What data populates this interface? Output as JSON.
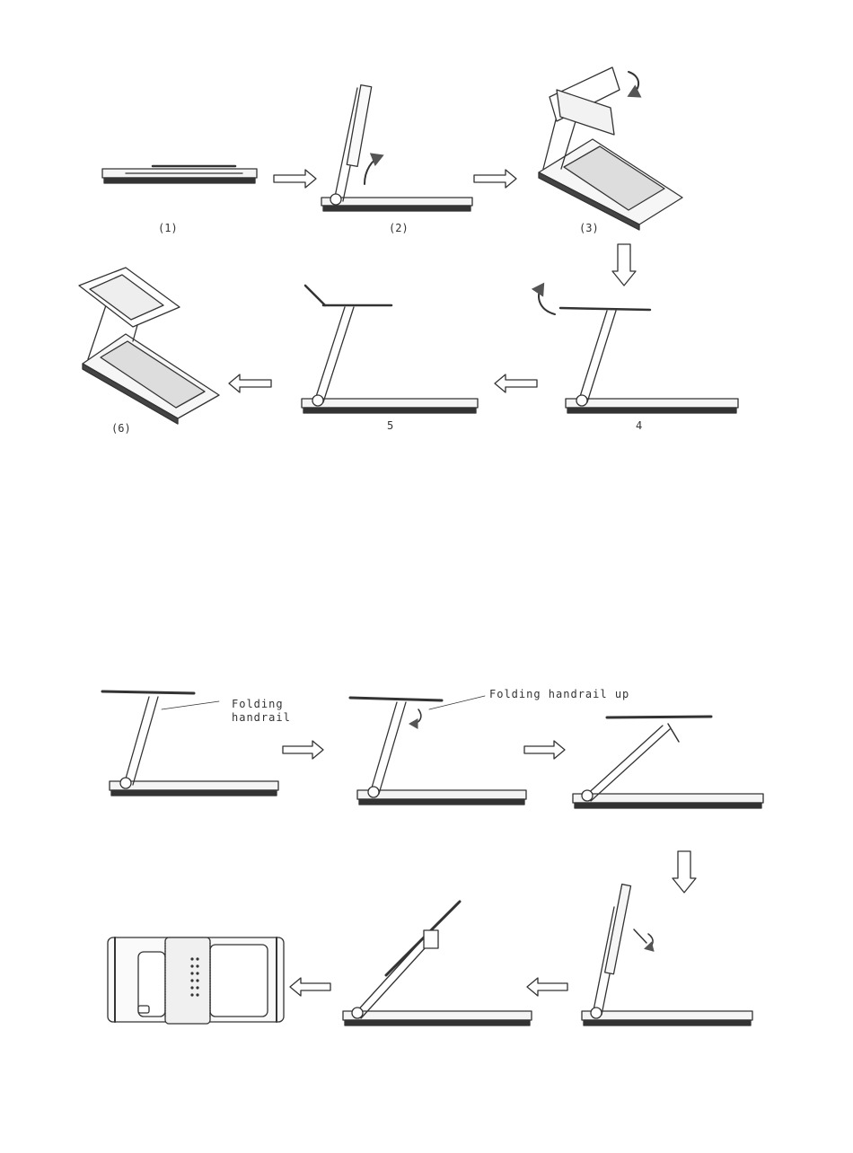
{
  "steps_top": {
    "s1": "(1)",
    "s2": "(2)",
    "s3": "(3)",
    "s4": "4",
    "s5": "5",
    "s6": "(6)"
  },
  "annotations": {
    "folding_handrail_line1": "Folding",
    "folding_handrail_line2": "handrail",
    "folding_handrail_up": "Folding handrail up"
  }
}
